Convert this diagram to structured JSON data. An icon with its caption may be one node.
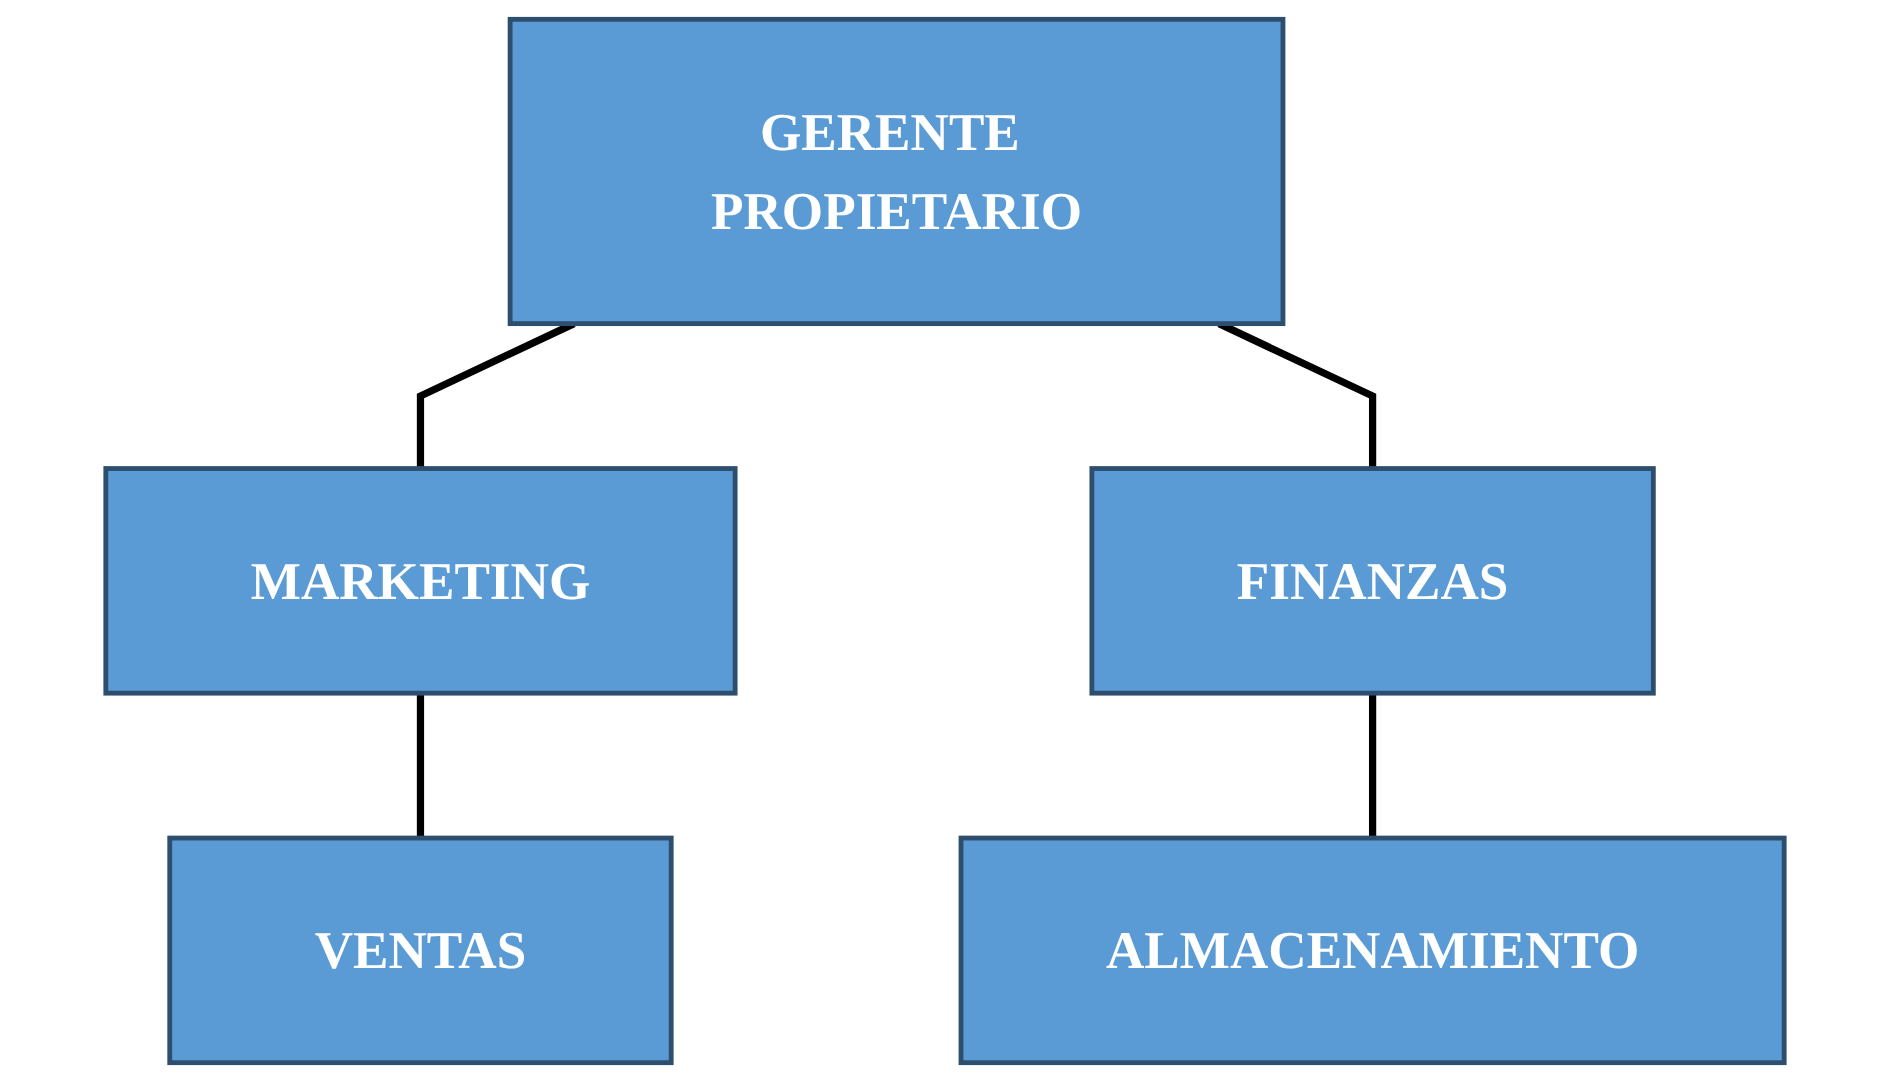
{
  "diagram": {
    "nodes": [
      {
        "text": [
          "GERENTE PROPIETARIO"
        ]
      },
      {
        "text": [
          "MARKETING"
        ]
      },
      {
        "text": [
          "FINANZAS"
        ]
      },
      {
        "text": [
          "VENTAS"
        ]
      },
      {
        "text": [
          "ALMACENAMIENTO"
        ]
      }
    ],
    "edges": [
      {
        "from": 0,
        "to": 1,
        "arrow": "none"
      },
      {
        "from": 0,
        "to": 2,
        "arrow": "none"
      },
      {
        "from": 1,
        "to": 3,
        "arrow": "none"
      },
      {
        "from": 2,
        "to": 4,
        "arrow": "none"
      }
    ]
  }
}
